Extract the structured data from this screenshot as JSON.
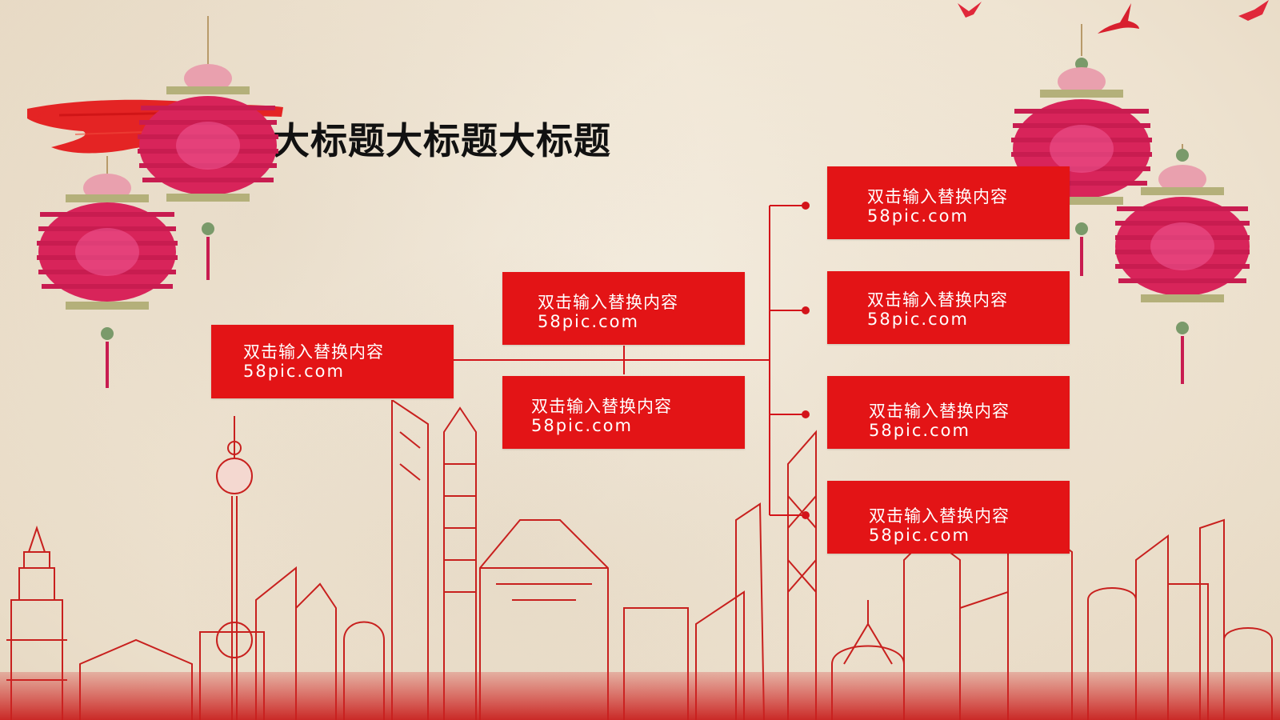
{
  "slide": {
    "title": "大标题大标题大标题大标题"
  },
  "diagram": {
    "root": {
      "line1": "双击输入替换内容",
      "line2": "58pic.com"
    },
    "middle": [
      {
        "line1": "双击输入替换内容",
        "line2": "58pic.com"
      },
      {
        "line1": "双击输入替换内容",
        "line2": "58pic.com"
      }
    ],
    "right": [
      {
        "line1": "双击输入替换内容",
        "line2": "58pic.com"
      },
      {
        "line1": "双击输入替换内容",
        "line2": "58pic.com"
      },
      {
        "line1": "双击输入替换内容",
        "line2": "58pic.com"
      },
      {
        "line1": "双击输入替换内容",
        "line2": "58pic.com"
      }
    ]
  },
  "colors": {
    "accent": "#e31416",
    "lantern": "#d8245a",
    "paper": "#efe4d2",
    "title": "#111111"
  },
  "decorations": [
    "red-lantern-icon",
    "bird-icon",
    "city-skyline",
    "brush-stroke"
  ]
}
